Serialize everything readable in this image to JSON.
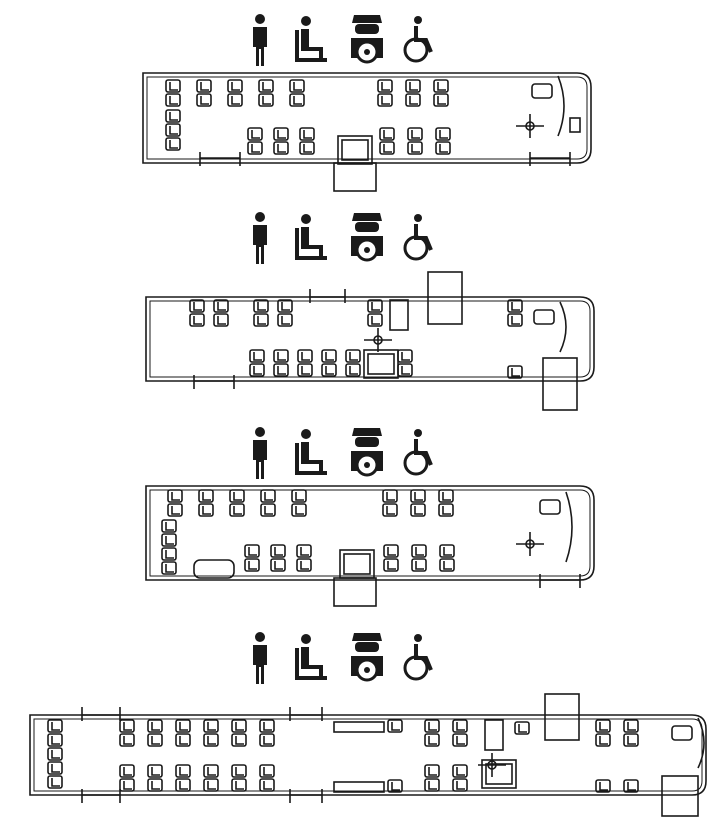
{
  "legend_icons": [
    "standing-passenger-icon",
    "seated-passenger-icon",
    "driver-icon",
    "wheelchair-icon"
  ],
  "colors": {
    "ink": "#1a1a1a",
    "fill": "#ffffff"
  },
  "buses": [
    {
      "name": "bus-layout-1",
      "icon_count": 4
    },
    {
      "name": "bus-layout-2",
      "icon_count": 4
    },
    {
      "name": "bus-layout-3",
      "icon_count": 4
    },
    {
      "name": "bus-layout-4",
      "icon_count": 4
    }
  ]
}
